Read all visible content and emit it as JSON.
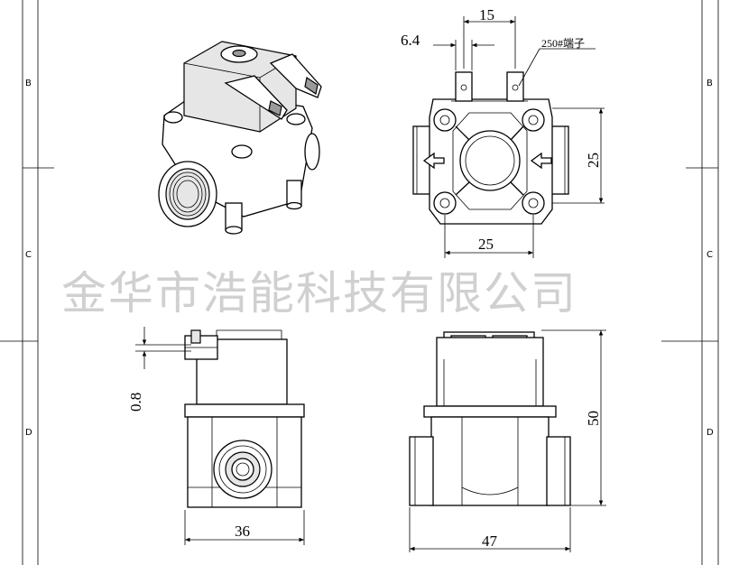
{
  "watermark": "金华市浩能科技有限公司",
  "zones": {
    "left_B": "B",
    "left_C": "C",
    "left_D": "D",
    "right_B": "B",
    "right_C": "C",
    "right_D": "D"
  },
  "dimensions": {
    "terminal_spacing": "15",
    "terminal_width": "6.4",
    "terminal_note": "250#端子",
    "port_height": "25",
    "port_width": "25",
    "terminal_thickness": "0.8",
    "side_width": "36",
    "total_height": "50",
    "total_width": "47"
  },
  "icons": {
    "flow_arrow": "left-arrow-icon"
  }
}
